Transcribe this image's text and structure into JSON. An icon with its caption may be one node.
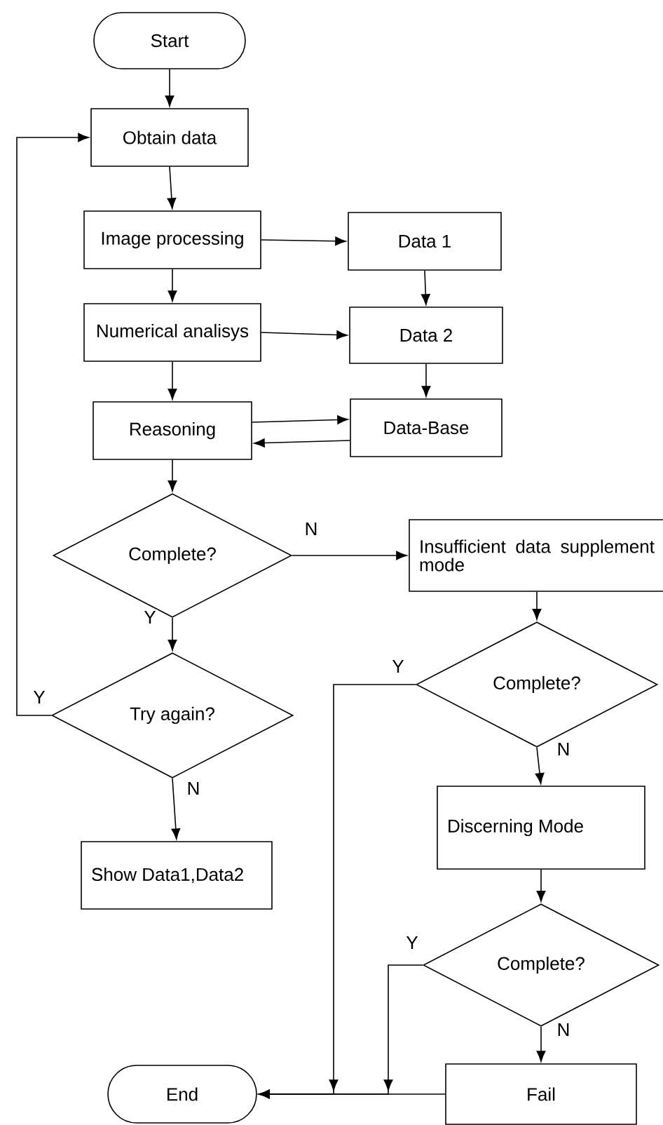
{
  "diagram": {
    "nodes": [
      {
        "text": [
          "Start"
        ]
      },
      {
        "text": [
          "Obtain data"
        ]
      },
      {
        "text": [
          "Image processing"
        ]
      },
      {
        "text": [
          "Data 1"
        ]
      },
      {
        "text": [
          "Numerical analisys"
        ]
      },
      {
        "text": [
          "Data 2"
        ]
      },
      {
        "text": [
          "Reasoning"
        ]
      },
      {
        "text": [
          "Data-Base"
        ]
      },
      {
        "text": [
          "Complete?"
        ]
      },
      {
        "text": [
          "Insufficient data supplement mode"
        ]
      },
      {
        "text": [
          "Complete?"
        ]
      },
      {
        "text": [
          "Try again?"
        ]
      },
      {
        "text": [
          "Discerning Mode"
        ]
      },
      {
        "text": [
          "Show Data1,Data2"
        ]
      },
      {
        "text": [
          "Complete?"
        ]
      },
      {
        "text": [
          "End"
        ]
      },
      {
        "text": [
          "Fail"
        ]
      }
    ],
    "edges": [
      {
        "from": 0,
        "to": 1,
        "arrow": "to"
      },
      {
        "from": 1,
        "to": 2,
        "arrow": "to"
      },
      {
        "from": 2,
        "to": 3,
        "arrow": "to"
      },
      {
        "from": 2,
        "to": 4,
        "arrow": "to"
      },
      {
        "from": 3,
        "to": 5,
        "arrow": "to"
      },
      {
        "from": 4,
        "to": 5,
        "arrow": "to"
      },
      {
        "from": 4,
        "to": 6,
        "arrow": "to"
      },
      {
        "from": 5,
        "to": 7,
        "arrow": "to"
      },
      {
        "from": 6,
        "to": 7,
        "arrow": "to"
      },
      {
        "from": 7,
        "to": 6,
        "arrow": "to"
      },
      {
        "from": 6,
        "to": 8,
        "arrow": "to"
      },
      {
        "from": 8,
        "to": 9,
        "arrow": "to",
        "label": "N"
      },
      {
        "from": 8,
        "to": 11,
        "arrow": "to",
        "label": "Y"
      },
      {
        "from": 11,
        "to": 1,
        "arrow": "to",
        "label": "Y"
      },
      {
        "from": 11,
        "to": 13,
        "arrow": "to",
        "label": "N"
      },
      {
        "from": 9,
        "to": 10,
        "arrow": "to"
      },
      {
        "from": 10,
        "to": 12,
        "arrow": "to",
        "label": "N"
      },
      {
        "from": 10,
        "to": 15,
        "arrow": "to",
        "label": "Y"
      },
      {
        "from": 12,
        "to": 14,
        "arrow": "to"
      },
      {
        "from": 14,
        "to": 16,
        "arrow": "to",
        "label": "N"
      },
      {
        "from": 14,
        "to": 15,
        "arrow": "to",
        "label": "Y"
      },
      {
        "from": 16,
        "to": 15,
        "arrow": "to"
      }
    ]
  }
}
